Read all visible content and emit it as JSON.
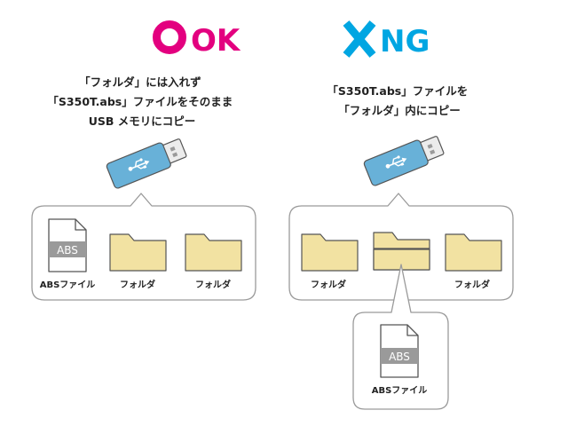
{
  "ok": {
    "icon": "circle-o-icon",
    "color": "#e3007f",
    "heading": "OK",
    "instruction_lines": [
      "「フォルダ」には入れず",
      "「S350T.abs」ファイルをそのまま",
      "USB メモリにコピー"
    ],
    "items": [
      "ABSファイル",
      "フォルダ",
      "フォルダ"
    ]
  },
  "ng": {
    "icon": "cross-x-icon",
    "color": "#00a6e2",
    "heading": "NG",
    "instruction_lines": [
      "「S350T.abs」ファイルを",
      "「フォルダ」内にコピー"
    ],
    "items": [
      "フォルダ",
      "フォルダ"
    ],
    "nested_item": "ABSファイル"
  },
  "file_icon_text": "ABS",
  "colors": {
    "folder": "#f2e2a2",
    "usb_body": "#68b1d8",
    "usb_cap": "#ececec",
    "file_band": "#9a9a9a"
  }
}
